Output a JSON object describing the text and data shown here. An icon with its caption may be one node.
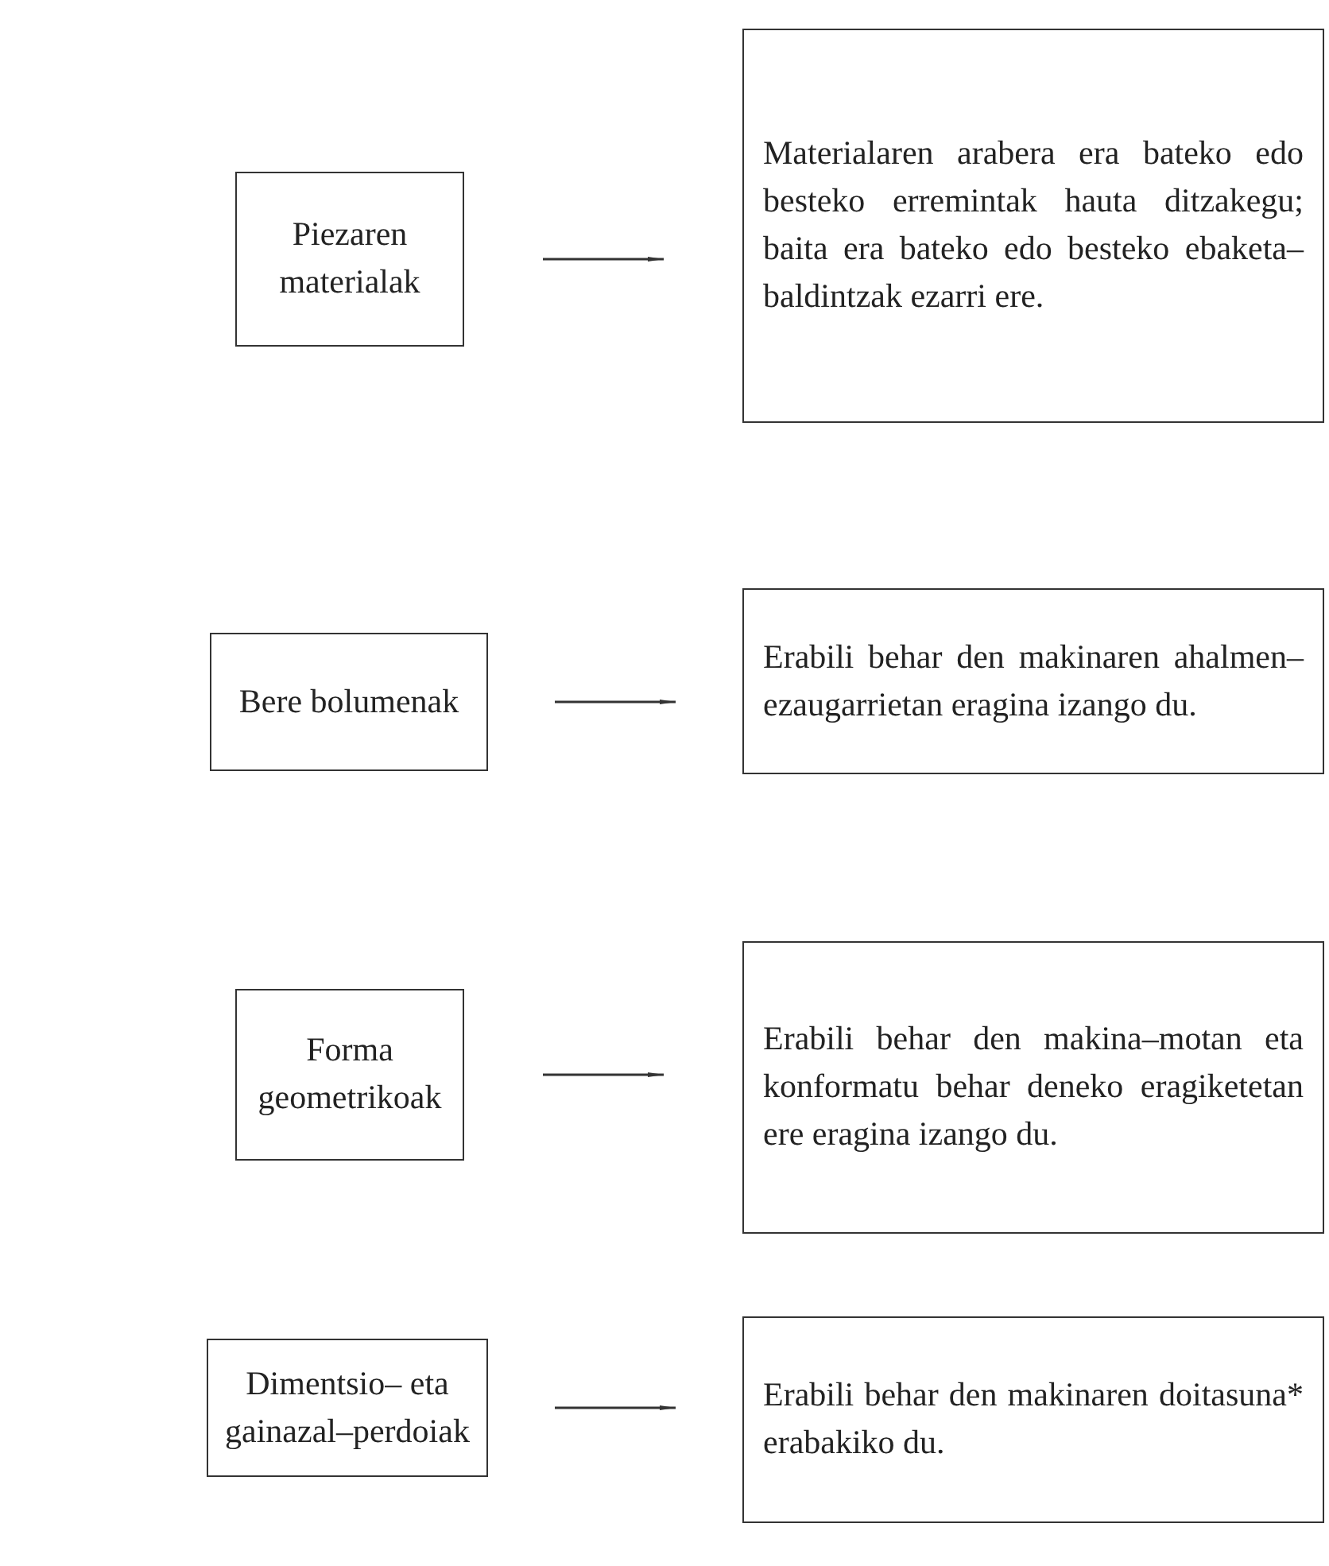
{
  "diagram": {
    "nodes": [
      {
        "text": [
          "Piezaren materialak"
        ]
      },
      {
        "text": [
          "Materialaren arabera era bateko edo besteko erremintak hauta ditzakegu; baita era bateko edo besteko ebaketa–baldintzak ezarri ere."
        ]
      },
      {
        "text": [
          "Bere bolumenak"
        ]
      },
      {
        "text": [
          "Erabili behar den makinaren ahalmen–ezaugarrietan eragina izango du."
        ]
      },
      {
        "text": [
          "Forma geometrikoak"
        ]
      },
      {
        "text": [
          "Erabili behar den makina–motan eta konformatu behar deneko eragiketetan ere eragina izango du."
        ]
      },
      {
        "text": [
          "Dimentsio– eta gainazal–perdoiak"
        ]
      },
      {
        "text": [
          "Erabili behar den makinaren doitasuna* erabakiko du."
        ]
      }
    ],
    "edges": [
      {
        "from": 0,
        "to": 1,
        "arrow": "to"
      },
      {
        "from": 2,
        "to": 3,
        "arrow": "to"
      },
      {
        "from": 4,
        "to": 5,
        "arrow": "to"
      },
      {
        "from": 6,
        "to": 7,
        "arrow": "to"
      }
    ]
  }
}
